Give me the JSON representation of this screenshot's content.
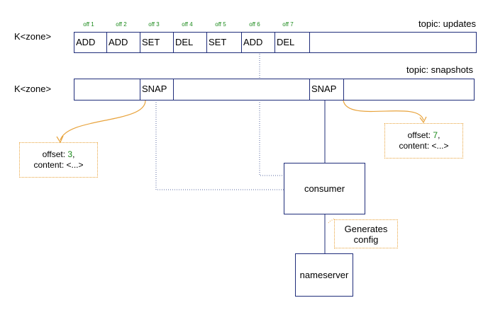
{
  "updates_row": {
    "key_label": "K<zone>",
    "topic_label": "topic: updates",
    "cells": [
      "ADD",
      "ADD",
      "SET",
      "DEL",
      "SET",
      "ADD",
      "DEL"
    ],
    "offsets": [
      "off 1",
      "off 2",
      "off 3",
      "off 4",
      "off 5",
      "off 6",
      "off 7"
    ]
  },
  "snapshots_row": {
    "key_label": "K<zone>",
    "topic_label": "topic: snapshots",
    "snap_labels": [
      "SNAP",
      "SNAP"
    ]
  },
  "note_left": {
    "offset_label": "offset: ",
    "offset_value": "3",
    "offset_suffix": ",",
    "content": "content: <...>"
  },
  "note_right": {
    "offset_label": "offset: ",
    "offset_value": "7",
    "offset_suffix": ",",
    "content": "content: <...>"
  },
  "consumer_label": "consumer",
  "nameserver_label": "nameserver",
  "generates_note": [
    "Generates",
    "config"
  ],
  "colors": {
    "line": "#1f2d7a",
    "accent": "#e8a33c",
    "offset_green": "#1a8a1a",
    "dotted": "#5a6aa0"
  }
}
